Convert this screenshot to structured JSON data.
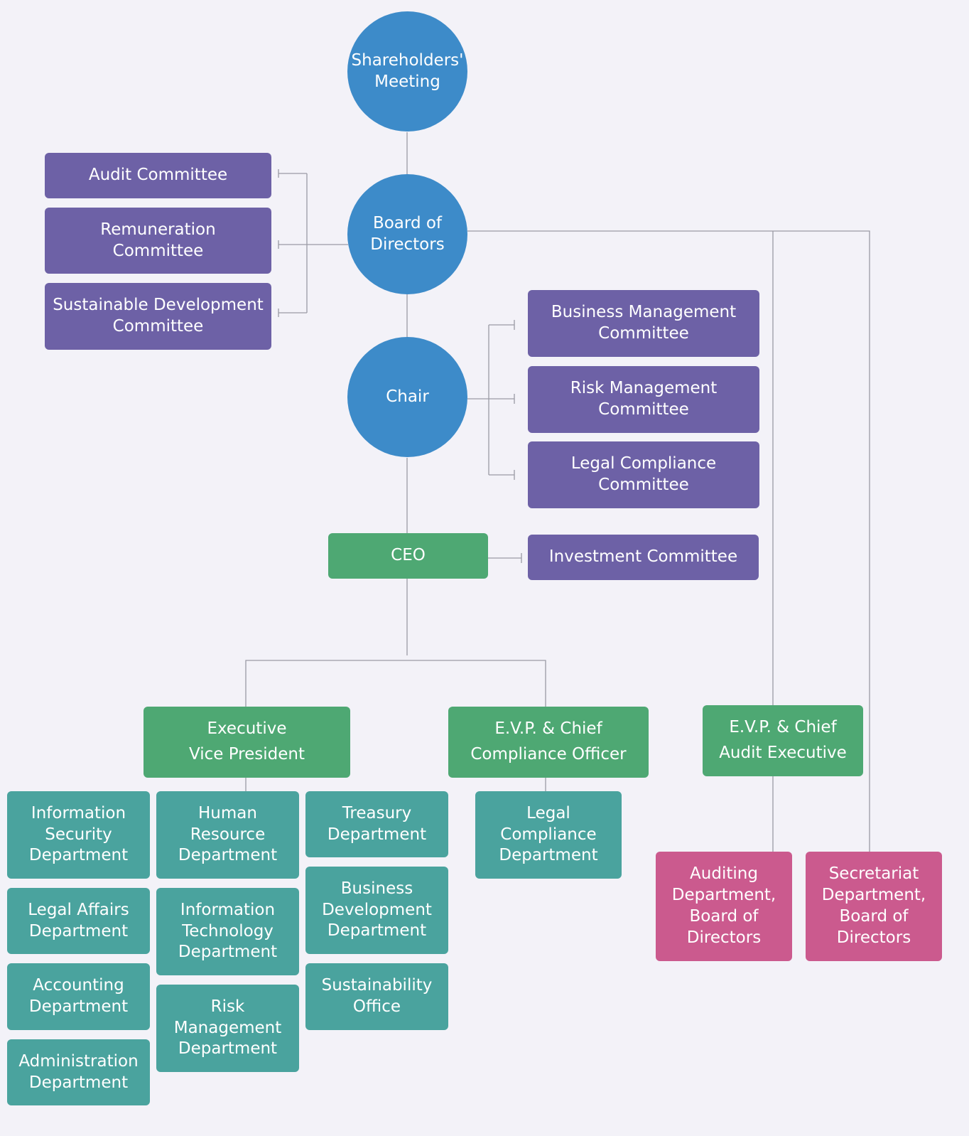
{
  "nodes": {
    "shareholders": "Shareholders'\nMeeting",
    "board": "Board of\nDirectors",
    "chair": "Chair",
    "ceo": "CEO",
    "audit_committee": "Audit Committee",
    "remuneration_committee": "Remuneration\nCommittee",
    "sustainable_dev_committee": "Sustainable Development\nCommittee",
    "business_mgmt_committee": "Business Management\nCommittee",
    "risk_mgmt_committee": "Risk Management\nCommittee",
    "legal_compliance_committee": "Legal Compliance\nCommittee",
    "investment_committee": "Investment Committee",
    "evp": "Executive\nVice President",
    "evp_cco": "E.V.P. & Chief\nCompliance Officer",
    "evp_cae": "E.V.P. & Chief\nAudit Executive",
    "info_security_dept": "Information\nSecurity\nDepartment",
    "legal_affairs_dept": "Legal Affairs\nDepartment",
    "accounting_dept": "Accounting\nDepartment",
    "administration_dept": "Administration\nDepartment",
    "hr_dept": "Human\nResource\nDepartment",
    "it_dept": "Information\nTechnology\nDepartment",
    "risk_mgmt_dept": "Risk\nManagement\nDepartment",
    "treasury_dept": "Treasury\nDepartment",
    "business_dev_dept": "Business\nDevelopment\nDepartment",
    "sustainability_office": "Sustainability\nOffice",
    "legal_compliance_dept": "Legal\nCompliance\nDepartment",
    "auditing_dept": "Auditing\nDepartment,\nBoard of\nDirectors",
    "secretariat_dept": "Secretariat\nDepartment,\nBoard of\nDirectors"
  },
  "colors": {
    "background": "#f3f2f8",
    "circle": "#3d8bc9",
    "committee": "#6d61a6",
    "executive": "#4ea873",
    "department": "#4aa39e",
    "board_office": "#cb5a8e",
    "connector": "#9a9aa4"
  }
}
